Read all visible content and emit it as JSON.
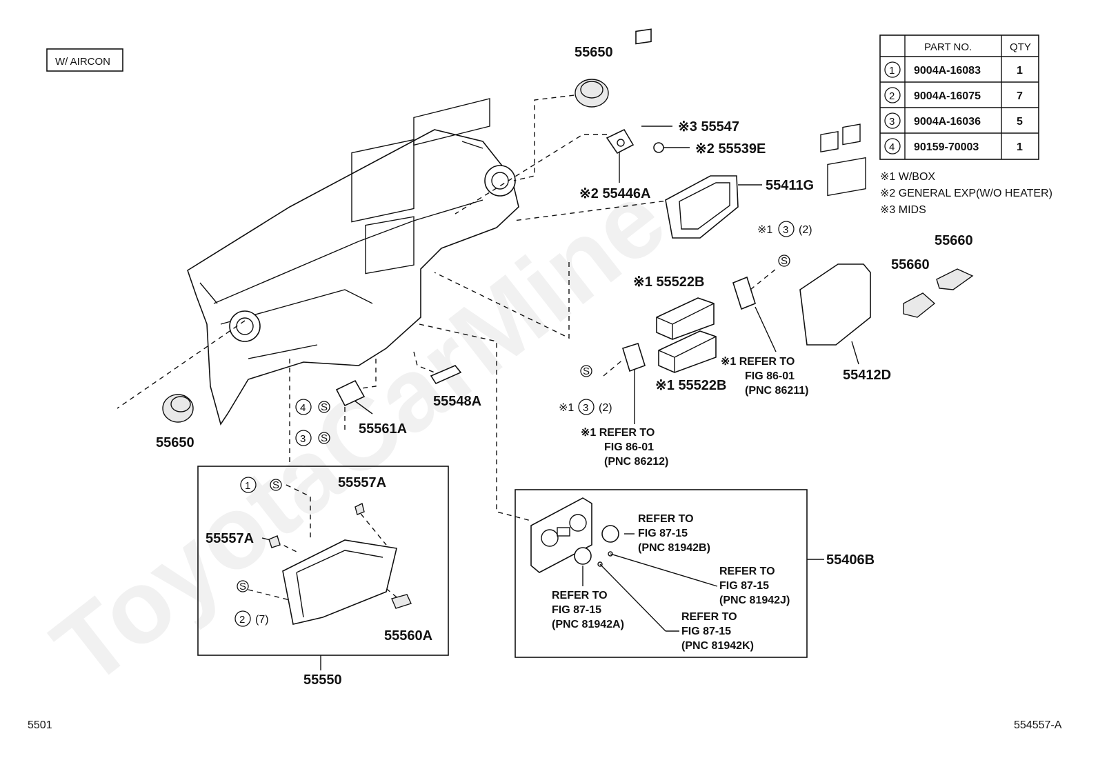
{
  "watermark": "ToyotaCarMine",
  "aircon_tag": "W/ AIRCON",
  "page_ref_left": "5501",
  "page_ref_right": "554557-A",
  "table": {
    "headers": [
      "PART NO.",
      "QTY"
    ],
    "rows": [
      {
        "num": "1",
        "part": "9004A-16083",
        "qty": "1"
      },
      {
        "num": "2",
        "part": "9004A-16075",
        "qty": "7"
      },
      {
        "num": "3",
        "part": "9004A-16036",
        "qty": "5"
      },
      {
        "num": "4",
        "part": "90159-70003",
        "qty": "1"
      }
    ]
  },
  "notes": [
    "※1 W/BOX",
    "※2 GENERAL EXP(W/O HEATER)",
    "※3 MIDS"
  ],
  "callouts": {
    "p55650_top": "55650",
    "p55650_left": "55650",
    "p55547": "※3 55547",
    "p55539E": "※2 55539E",
    "p55446A": "※2 55446A",
    "p55411G": "55411G",
    "p55660a": "55660",
    "p55660b": "55660",
    "p55412D": "55412D",
    "p55522B_top": "※1 55522B",
    "p55522B_bot": "※1 55522B",
    "p55548A": "55548A",
    "p55561A": "55561A",
    "p55557A_top": "55557A",
    "p55557A_left": "55557A",
    "p55560A": "55560A",
    "p55550": "55550",
    "p55406B": "55406B",
    "screw_qty2_a": "※1",
    "screw_qty2_a_num": "3",
    "screw_qty2_a_cnt": "(2)",
    "screw_qty2_b": "※1",
    "screw_qty2_b_num": "3",
    "screw_qty2_b_cnt": "(2)",
    "s4": "4",
    "s3": "3",
    "s1": "1",
    "s2": "2",
    "s2_cnt": "(7)"
  },
  "refer_blocks": [
    {
      "l1": "※1 REFER TO",
      "l2": "FIG 86-01",
      "l3": "(PNC 86211)"
    },
    {
      "l1": "※1 REFER TO",
      "l2": "FIG 86-01",
      "l3": "(PNC 86212)"
    },
    {
      "l1": "REFER TO",
      "l2": "FIG 87-15",
      "l3": "(PNC 81942B)"
    },
    {
      "l1": "REFER TO",
      "l2": "FIG 87-15",
      "l3": "(PNC 81942J)"
    },
    {
      "l1": "REFER TO",
      "l2": "FIG 87-15",
      "l3": "(PNC 81942A)"
    },
    {
      "l1": "REFER TO",
      "l2": "FIG 87-15",
      "l3": "(PNC 81942K)"
    }
  ],
  "screw_symbol": "S"
}
